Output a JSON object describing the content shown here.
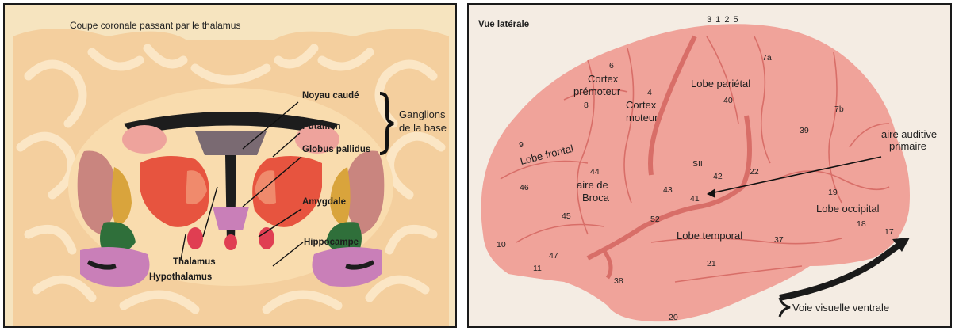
{
  "left_panel": {
    "title": "Coupe coronale passant par le thalamus",
    "labels": {
      "noyau_caude": "Noyau caudé",
      "putamen": "Putamen",
      "globus_pallidus": "Globus pallidus",
      "amygdale": "Amygdale",
      "hippocampe": "Hippocampe",
      "thalamus": "Thalamus",
      "hypothalamus": "Hypothalamus"
    },
    "group_label": [
      "Ganglions",
      "de la base"
    ]
  },
  "right_panel": {
    "title": "Vue latérale",
    "top_numbers": "3 1 2 5",
    "regions": {
      "cortex_premoteur": [
        "Cortex",
        "prémoteur"
      ],
      "cortex_moteur": [
        "Cortex",
        "moteur"
      ],
      "lobe_parietal": "Lobe pariétal",
      "lobe_frontal": "Lobe frontal",
      "aire_broca": [
        "aire de",
        "Broca"
      ],
      "lobe_temporal": "Lobe temporal",
      "lobe_occipital": "Lobe occipital",
      "aire_auditive": [
        "aire auditive",
        "primaire"
      ],
      "voie_visuelle": "Voie visuelle ventrale"
    },
    "areas": {
      "a6": "6",
      "a4": "4",
      "a8": "8",
      "a7a": "7a",
      "a40": "40",
      "a7b": "7b",
      "a39": "39",
      "a9": "9",
      "a44": "44",
      "a46": "46",
      "a45": "45",
      "a43": "43",
      "aSII": "SII",
      "a42": "42",
      "a22": "22",
      "a41": "41",
      "a19": "19",
      "a52": "52",
      "a18": "18",
      "a17": "17",
      "a10": "10",
      "a47": "47",
      "a11": "11",
      "a38": "38",
      "a21": "21",
      "a37": "37",
      "a20": "20"
    }
  },
  "colors": {
    "background_left": "#f6e4bf",
    "white_matter": "#f8d9a8",
    "cortex": "#f2c08e",
    "caudate": "#eea39c",
    "putamen": "#c9857f",
    "globus_pallidus": "#d9a43c",
    "amygdala": "#2f6f3a",
    "hippocampus": "#c97fb8",
    "thalamus": "#e7543f",
    "brain_lateral": "#f0a39a",
    "sulcus": "#d86e68"
  }
}
